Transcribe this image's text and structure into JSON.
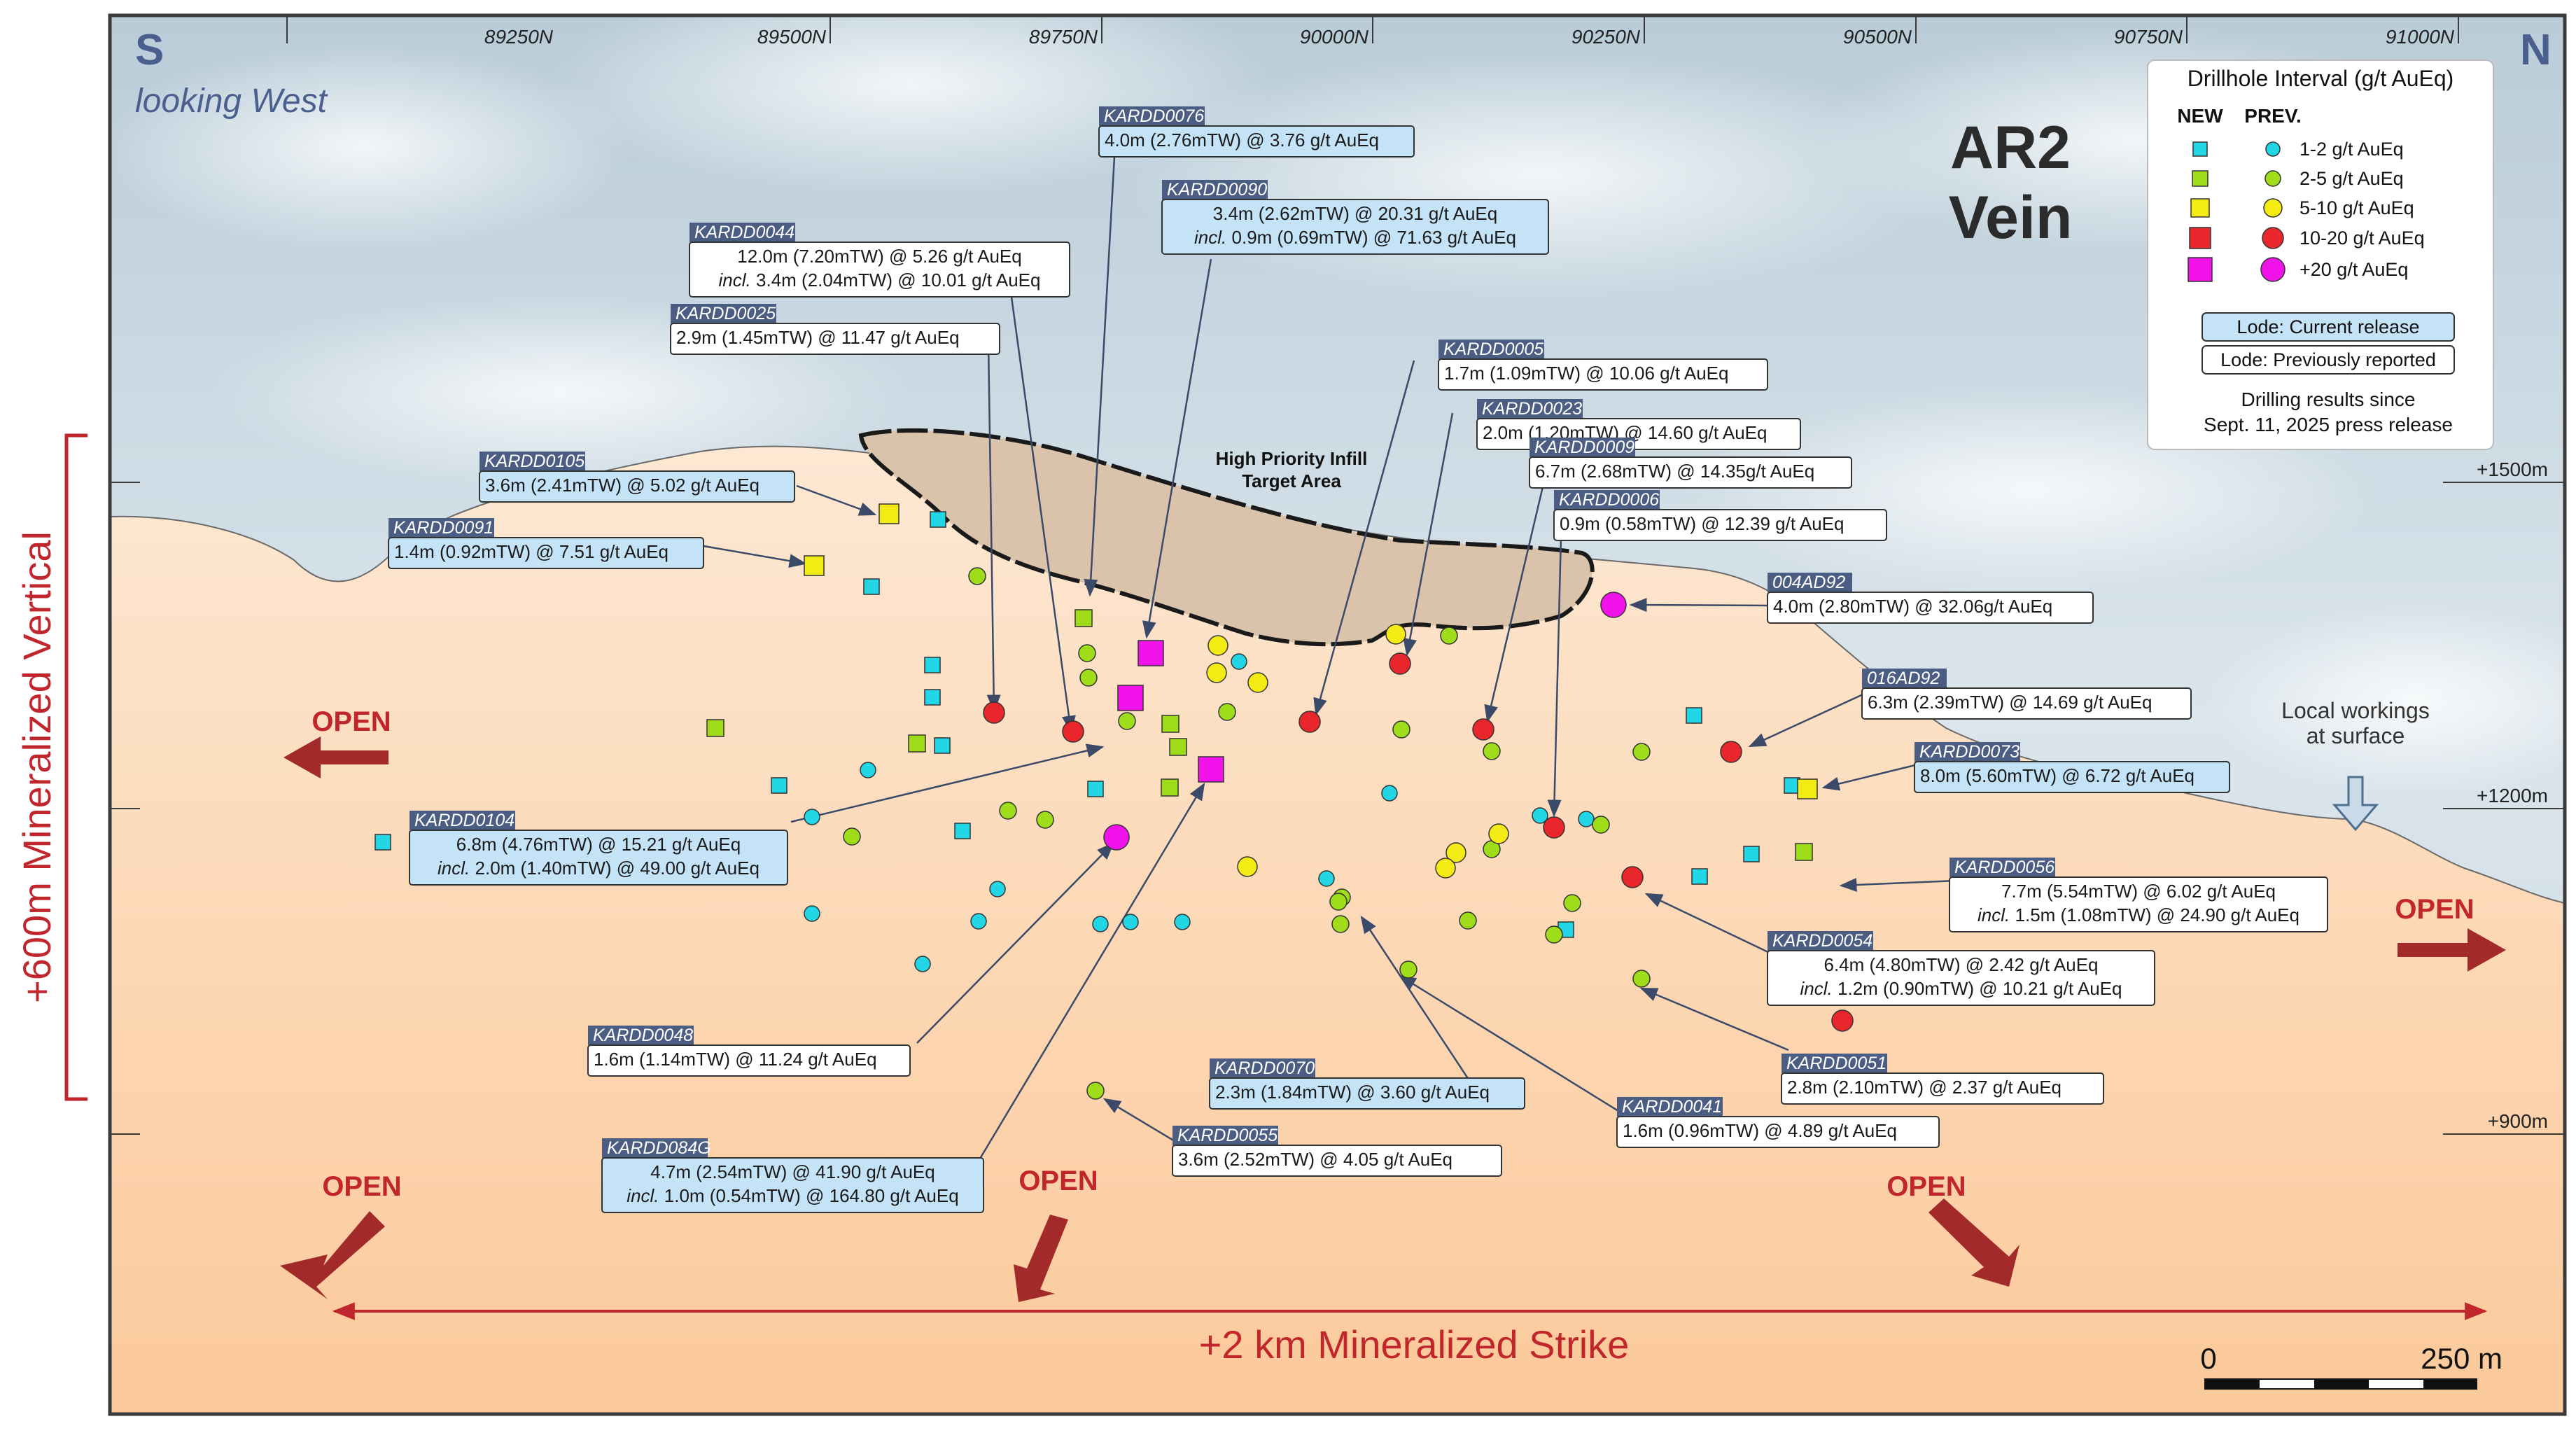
{
  "header": {
    "south": "S",
    "north": "N",
    "view": "looking West",
    "title_line1": "AR2",
    "title_line2": "Vein"
  },
  "northings": [
    "89250N",
    "89500N",
    "89750N",
    "90000N",
    "90250N",
    "90500N",
    "90750N",
    "91000N"
  ],
  "elevations": [
    "+1500m",
    "+1200m",
    "+900m"
  ],
  "legend": {
    "title": "Drillhole Interval (g/t AuEq)",
    "col_new": "NEW",
    "col_prev": "PREV.",
    "rows": [
      {
        "label": "1-2 g/t AuEq",
        "color": "#22d6e6"
      },
      {
        "label": "2-5 g/t AuEq",
        "color": "#9fdc1a"
      },
      {
        "label": "5-10 g/t AuEq",
        "color": "#f4ea14"
      },
      {
        "label": "10-20 g/t AuEq",
        "color": "#e8262b"
      },
      {
        "label": "+20 g/t AuEq",
        "color": "#f012e8"
      }
    ],
    "lode_current": "Lode: Current release",
    "lode_previous": "Lode: Previously reported",
    "note_line1": "Drilling results since",
    "note_line2": "Sept. 11, 2025 press release"
  },
  "target_area": {
    "line1": "High Priority Infill",
    "line2": "Target Area"
  },
  "side_label": "+600m Mineralized Vertical",
  "strike_label": "+2 km Mineralized Strike",
  "open_label": "OPEN",
  "workings": {
    "line1": "Local workings",
    "line2": "at surface"
  },
  "scale": {
    "start": "0",
    "end": "250 m"
  },
  "colors": {
    "current_fill": "#c5e3f7",
    "previous_fill": "#ffffff",
    "id_tab": "#4b5d82",
    "arrow": "#a22a2a",
    "red_text": "#c0262c"
  },
  "callouts": [
    {
      "id": "KARDD0076",
      "current": true,
      "lines": [
        "4.0m (2.76mTW) @ 3.76 g/t AuEq"
      ]
    },
    {
      "id": "KARDD0090",
      "current": true,
      "lines": [
        "3.4m (2.62mTW) @ 20.31 g/t AuEq",
        "incl. 0.9m (0.69mTW) @ 71.63 g/t AuEq"
      ]
    },
    {
      "id": "KARDD0044",
      "current": false,
      "lines": [
        "12.0m (7.20mTW) @ 5.26 g/t AuEq",
        "incl. 3.4m (2.04mTW)  @ 10.01 g/t AuEq"
      ]
    },
    {
      "id": "KARDD0025",
      "current": false,
      "lines": [
        "2.9m (1.45mTW) @ 11.47 g/t AuEq"
      ]
    },
    {
      "id": "KARDD0005",
      "current": false,
      "lines": [
        "1.7m (1.09mTW) @ 10.06 g/t AuEq"
      ]
    },
    {
      "id": "KARDD0023",
      "current": false,
      "lines": [
        "2.0m (1.20mTW) @ 14.60 g/t AuEq"
      ]
    },
    {
      "id": "KARDD0009",
      "current": false,
      "lines": [
        "6.7m (2.68mTW) @ 14.35g/t AuEq"
      ]
    },
    {
      "id": "KARDD0006",
      "current": false,
      "lines": [
        "0.9m (0.58mTW) @ 12.39 g/t AuEq"
      ]
    },
    {
      "id": "KARDD0105",
      "current": true,
      "lines": [
        "3.6m (2.41mTW) @ 5.02 g/t AuEq"
      ]
    },
    {
      "id": "KARDD0091",
      "current": true,
      "lines": [
        "1.4m (0.92mTW) @ 7.51 g/t AuEq"
      ]
    },
    {
      "id": "004AD92",
      "current": false,
      "lines": [
        "4.0m (2.80mTW) @ 32.06g/t AuEq"
      ]
    },
    {
      "id": "016AD92",
      "current": false,
      "lines": [
        "6.3m (2.39mTW) @ 14.69 g/t AuEq"
      ]
    },
    {
      "id": "KARDD0073",
      "current": true,
      "lines": [
        "8.0m (5.60mTW) @ 6.72 g/t AuEq"
      ]
    },
    {
      "id": "KARDD0104",
      "current": true,
      "lines": [
        "6.8m (4.76mTW) @ 15.21 g/t AuEq",
        "incl. 2.0m (1.40mTW) @ 49.00 g/t AuEq"
      ]
    },
    {
      "id": "KARDD0056",
      "current": false,
      "lines": [
        "7.7m (5.54mTW) @ 6.02 g/t AuEq",
        "incl. 1.5m (1.08mTW)  @ 24.90 g/t AuEq"
      ]
    },
    {
      "id": "KARDD0054",
      "current": false,
      "lines": [
        "6.4m (4.80mTW) @ 2.42 g/t AuEq",
        "incl. 1.2m (0.90mTW)  @ 10.21 g/t AuEq"
      ]
    },
    {
      "id": "KARDD0048",
      "current": false,
      "lines": [
        "1.6m (1.14mTW) @ 11.24 g/t AuEq"
      ]
    },
    {
      "id": "KARDD0051",
      "current": false,
      "lines": [
        "2.8m (2.10mTW) @ 2.37 g/t AuEq"
      ]
    },
    {
      "id": "KARDD0070",
      "current": true,
      "lines": [
        "2.3m (1.84mTW) @ 3.60 g/t AuEq"
      ]
    },
    {
      "id": "KARDD0041",
      "current": false,
      "lines": [
        "1.6m (0.96mTW) @ 4.89 g/t AuEq"
      ]
    },
    {
      "id": "KARDD0055",
      "current": false,
      "lines": [
        "3.6m (2.52mTW) @ 4.05 g/t AuEq"
      ]
    },
    {
      "id": "KARDD084G",
      "current": true,
      "lines": [
        "4.7m (2.54mTW) @ 41.90 g/t AuEq",
        "incl. 1.0m (0.54mTW) @ 164.80 g/t AuEq"
      ]
    }
  ],
  "samples": [
    {
      "s": "sq",
      "g": "c"
    },
    {
      "s": "sq",
      "g": "c"
    },
    {
      "s": "sq",
      "g": "c"
    },
    {
      "s": "sq",
      "g": "c"
    },
    {
      "s": "sq",
      "g": "c"
    },
    {
      "s": "sq",
      "g": "c"
    },
    {
      "s": "sq",
      "g": "c"
    },
    {
      "s": "sq",
      "g": "c"
    },
    {
      "s": "sq",
      "g": "c"
    },
    {
      "s": "sq",
      "g": "c"
    },
    {
      "s": "sq",
      "g": "c"
    },
    {
      "s": "sq",
      "g": "c"
    },
    {
      "s": "sq",
      "g": "c"
    },
    {
      "s": "sq",
      "g": "c"
    },
    {
      "s": "sq",
      "g": "g"
    },
    {
      "s": "sq",
      "g": "g"
    },
    {
      "s": "sq",
      "g": "g"
    },
    {
      "s": "sq",
      "g": "g"
    },
    {
      "s": "sq",
      "g": "g"
    },
    {
      "s": "sq",
      "g": "g"
    },
    {
      "s": "sq",
      "g": "g"
    },
    {
      "s": "sq",
      "g": "y"
    },
    {
      "s": "sq",
      "g": "y"
    },
    {
      "s": "sq",
      "g": "y"
    },
    {
      "s": "sq",
      "g": "m"
    },
    {
      "s": "sq",
      "g": "m"
    },
    {
      "s": "sq",
      "g": "m"
    },
    {
      "s": "ci",
      "g": "c"
    },
    {
      "s": "ci",
      "g": "c"
    },
    {
      "s": "ci",
      "g": "c"
    },
    {
      "s": "ci",
      "g": "c"
    },
    {
      "s": "ci",
      "g": "c"
    },
    {
      "s": "ci",
      "g": "c"
    },
    {
      "s": "ci",
      "g": "c"
    },
    {
      "s": "ci",
      "g": "c"
    },
    {
      "s": "ci",
      "g": "c"
    },
    {
      "s": "ci",
      "g": "c"
    },
    {
      "s": "ci",
      "g": "c"
    },
    {
      "s": "ci",
      "g": "c"
    },
    {
      "s": "ci",
      "g": "c"
    },
    {
      "s": "ci",
      "g": "c"
    },
    {
      "s": "ci",
      "g": "g"
    },
    {
      "s": "ci",
      "g": "g"
    },
    {
      "s": "ci",
      "g": "g"
    },
    {
      "s": "ci",
      "g": "g"
    },
    {
      "s": "ci",
      "g": "g"
    },
    {
      "s": "ci",
      "g": "g"
    },
    {
      "s": "ci",
      "g": "g"
    },
    {
      "s": "ci",
      "g": "g"
    },
    {
      "s": "ci",
      "g": "g"
    },
    {
      "s": "ci",
      "g": "g"
    },
    {
      "s": "ci",
      "g": "g"
    },
    {
      "s": "ci",
      "g": "g"
    },
    {
      "s": "ci",
      "g": "g"
    },
    {
      "s": "ci",
      "g": "g"
    },
    {
      "s": "ci",
      "g": "g"
    },
    {
      "s": "ci",
      "g": "g"
    },
    {
      "s": "ci",
      "g": "g"
    },
    {
      "s": "ci",
      "g": "g"
    },
    {
      "s": "ci",
      "g": "g"
    },
    {
      "s": "ci",
      "g": "g"
    },
    {
      "s": "ci",
      "g": "g"
    },
    {
      "s": "ci",
      "g": "g"
    },
    {
      "s": "ci",
      "g": "g"
    },
    {
      "s": "ci",
      "g": "y"
    },
    {
      "s": "ci",
      "g": "y"
    },
    {
      "s": "ci",
      "g": "y"
    },
    {
      "s": "ci",
      "g": "y"
    },
    {
      "s": "ci",
      "g": "y"
    },
    {
      "s": "ci",
      "g": "y"
    },
    {
      "s": "ci",
      "g": "y"
    },
    {
      "s": "ci",
      "g": "y"
    },
    {
      "s": "ci",
      "g": "r"
    },
    {
      "s": "ci",
      "g": "r"
    },
    {
      "s": "ci",
      "g": "r"
    },
    {
      "s": "ci",
      "g": "r"
    },
    {
      "s": "ci",
      "g": "r"
    },
    {
      "s": "ci",
      "g": "r"
    },
    {
      "s": "ci",
      "g": "r"
    },
    {
      "s": "ci",
      "g": "r"
    },
    {
      "s": "ci",
      "g": "r"
    },
    {
      "s": "ci",
      "g": "m"
    },
    {
      "s": "ci",
      "g": "m"
    }
  ]
}
